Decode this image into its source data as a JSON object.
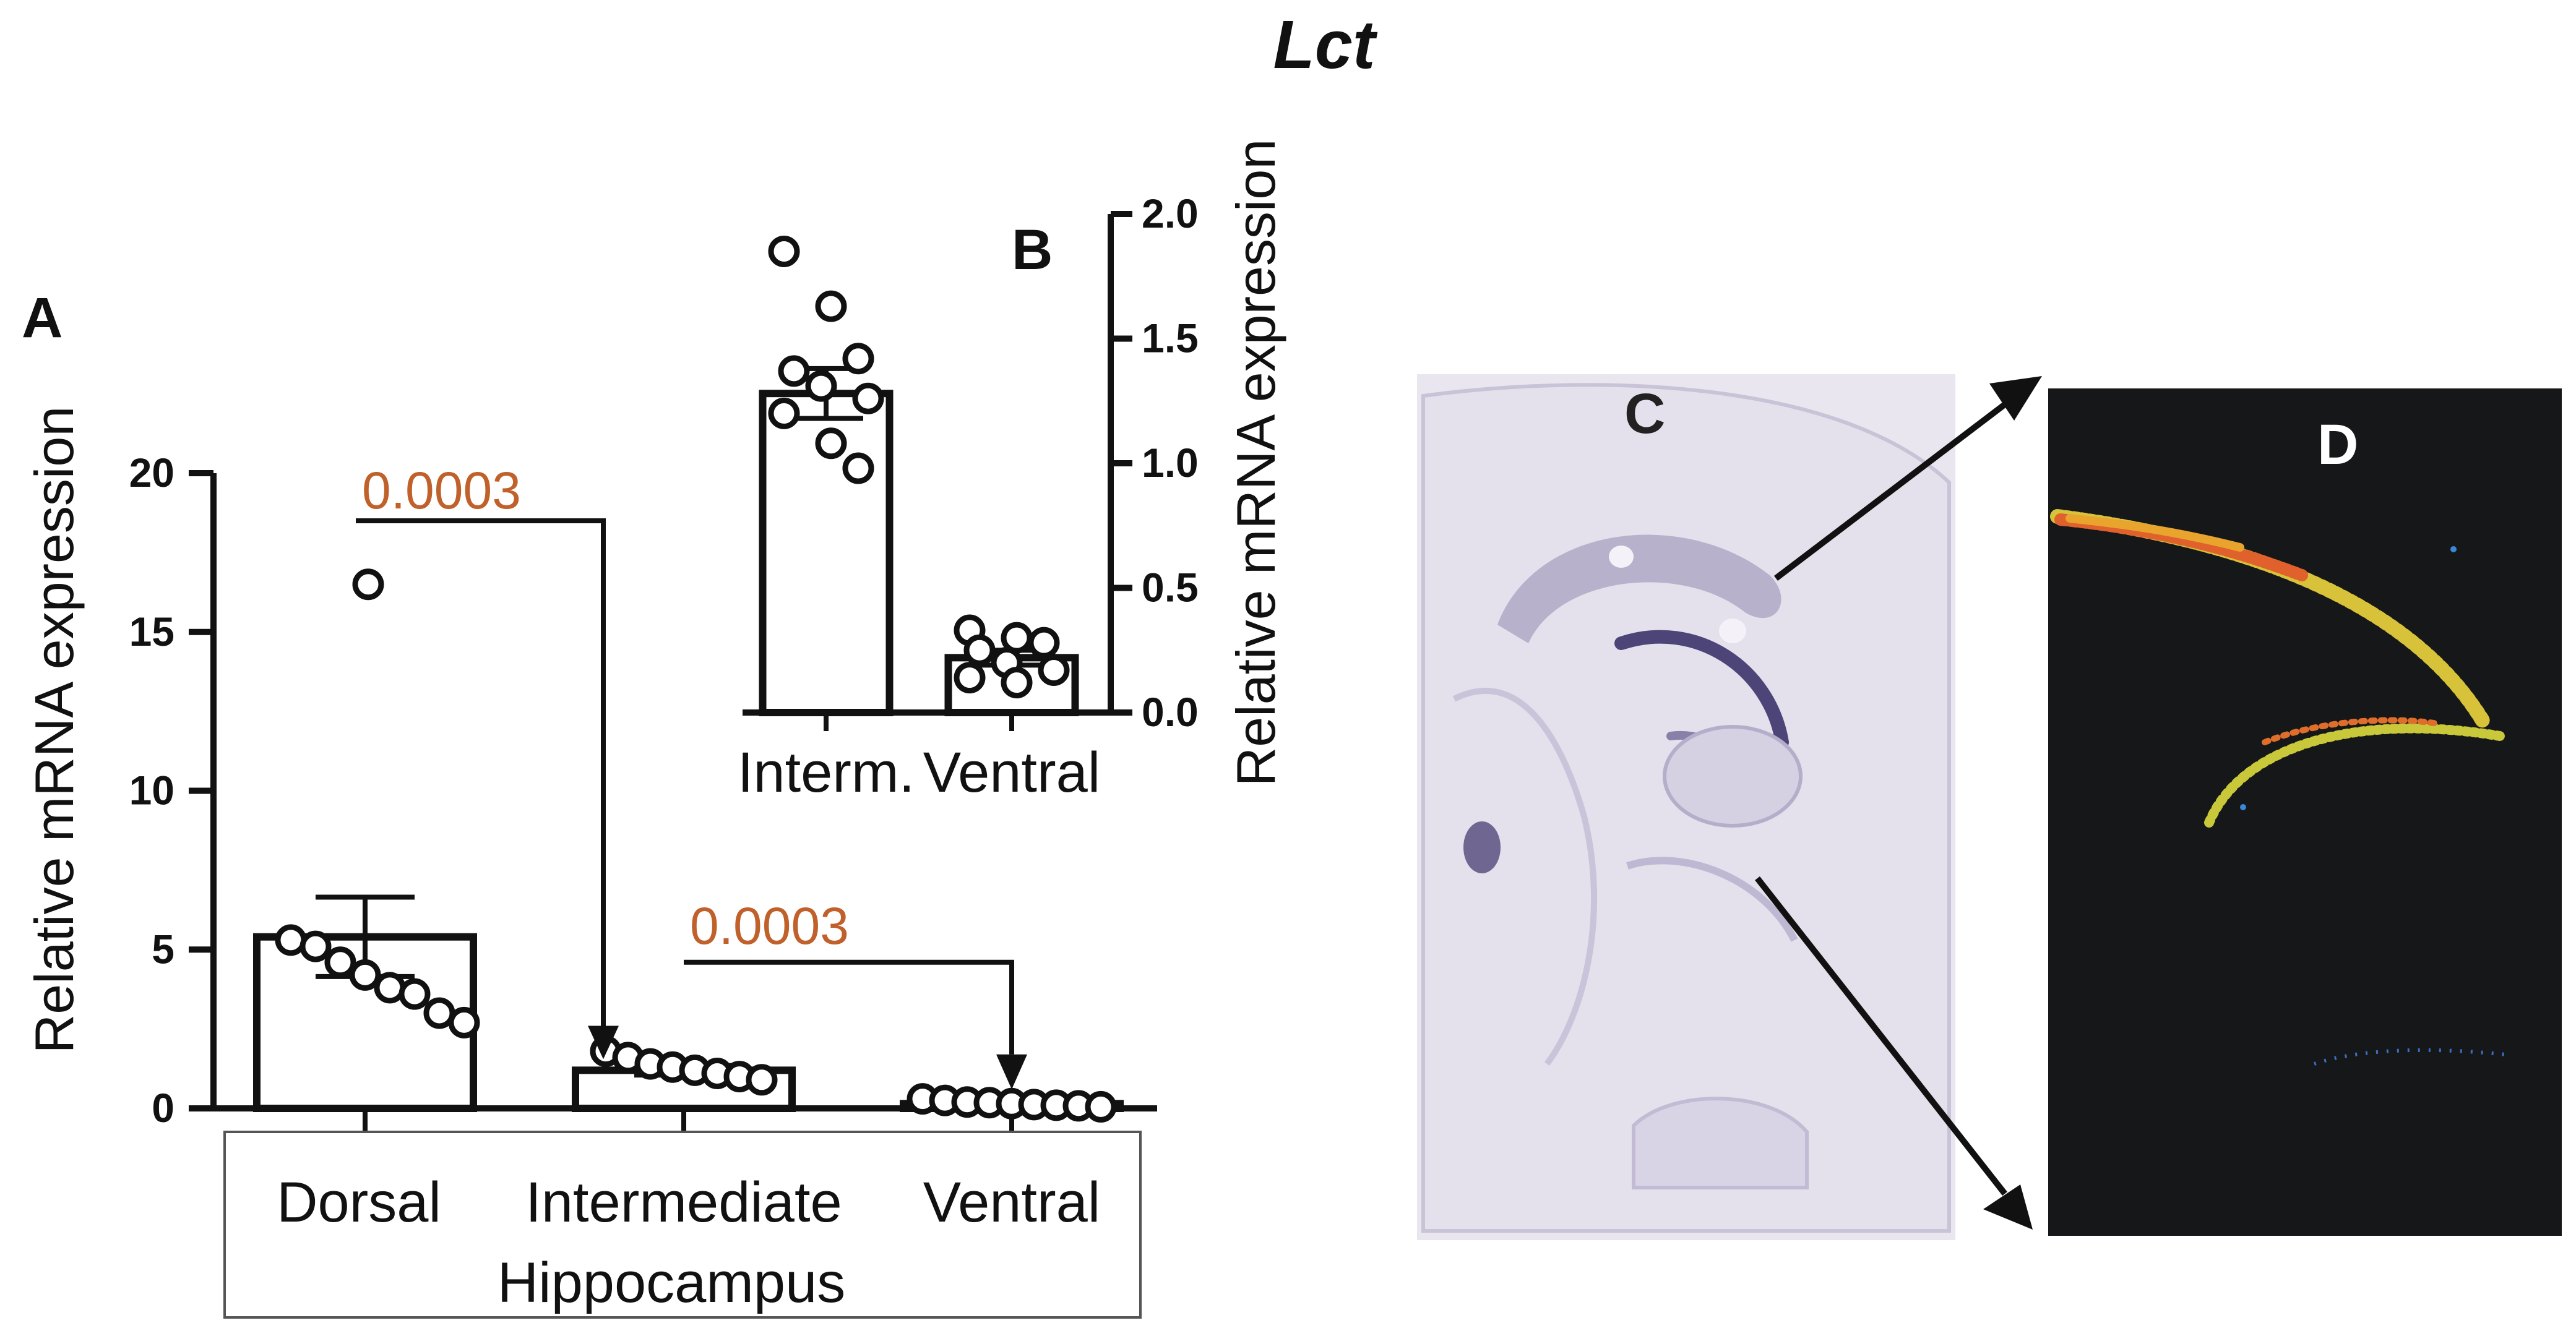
{
  "figure": {
    "title": "Lct",
    "panel_labels": {
      "a": "A",
      "b": "B",
      "c": "C",
      "d": "D"
    },
    "bracket_box_label": "Hippocampus"
  },
  "chart_data": [
    {
      "type": "bar",
      "panel": "A",
      "categories": [
        "Dorsal",
        "Intermediate",
        "Ventral"
      ],
      "values": [
        5.4,
        1.2,
        0.15
      ],
      "error": [
        1.25,
        0.15,
        0.05
      ],
      "points": [
        [
          16.5,
          5.3,
          5.1,
          4.6,
          4.2,
          3.8,
          3.6,
          3.0,
          2.7
        ],
        [
          1.8,
          1.6,
          1.4,
          1.3,
          1.2,
          1.1,
          1.0,
          0.9
        ],
        [
          0.3,
          0.25,
          0.2,
          0.18,
          0.15,
          0.12,
          0.1,
          0.08,
          0.05
        ]
      ],
      "ylabel": "Relative mRNA expression",
      "xlabel": "Hippocampus",
      "ylim": [
        0,
        20
      ],
      "yticks": [
        "0",
        "5",
        "10",
        "15",
        "20"
      ],
      "annotations": [
        {
          "text": "0.0003",
          "from": "Dorsal",
          "to": "Intermediate"
        },
        {
          "text": "0.0003",
          "from": "Intermediate",
          "to": "Ventral"
        }
      ],
      "annotation_color": "#c0602a",
      "grid": false
    },
    {
      "type": "bar",
      "panel": "B",
      "categories": [
        "Interm.",
        "Ventral"
      ],
      "values": [
        1.28,
        0.22
      ],
      "error": [
        0.1,
        0.03
      ],
      "points": [
        [
          1.85,
          1.63,
          1.42,
          1.37,
          1.31,
          1.26,
          1.2,
          1.08,
          0.98
        ],
        [
          0.33,
          0.3,
          0.28,
          0.25,
          0.2,
          0.17,
          0.14,
          0.12
        ]
      ],
      "ylabel": "Relative mRNA expression",
      "ylim": [
        0,
        2.0
      ],
      "yticks": [
        "0.0",
        "0.5",
        "1.0",
        "1.5",
        "2.0"
      ],
      "grid": false
    }
  ]
}
